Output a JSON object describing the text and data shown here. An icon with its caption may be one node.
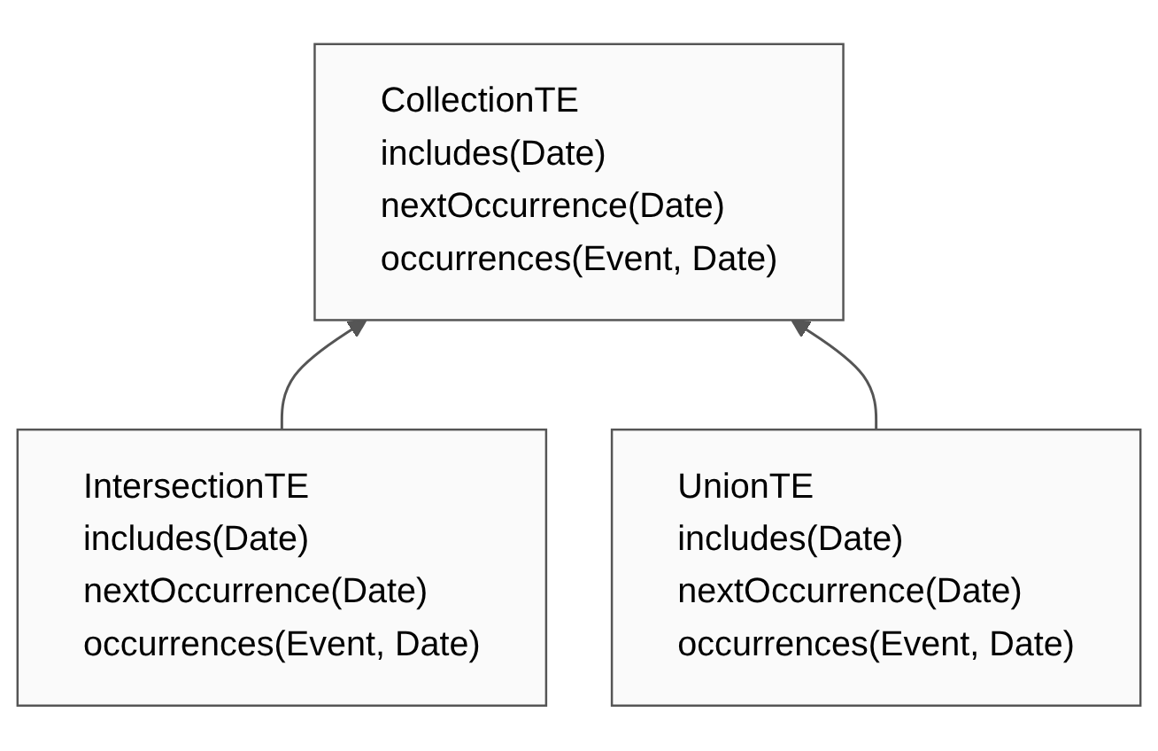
{
  "diagram": {
    "nodes": [
      {
        "text": [
          "CollectionTE",
          "includes(Date)",
          "nextOccurrence(Date)",
          "occurrences(Event, Date)"
        ]
      },
      {
        "text": [
          "IntersectionTE",
          "includes(Date)",
          "nextOccurrence(Date)",
          "occurrences(Event, Date)"
        ]
      },
      {
        "text": [
          "UnionTE",
          "includes(Date)",
          "nextOccurrence(Date)",
          "occurrences(Event, Date)"
        ]
      }
    ],
    "edges": [
      {
        "from": 1,
        "to": 0,
        "arrow": "to"
      },
      {
        "from": 2,
        "to": 0,
        "arrow": "to"
      }
    ]
  }
}
